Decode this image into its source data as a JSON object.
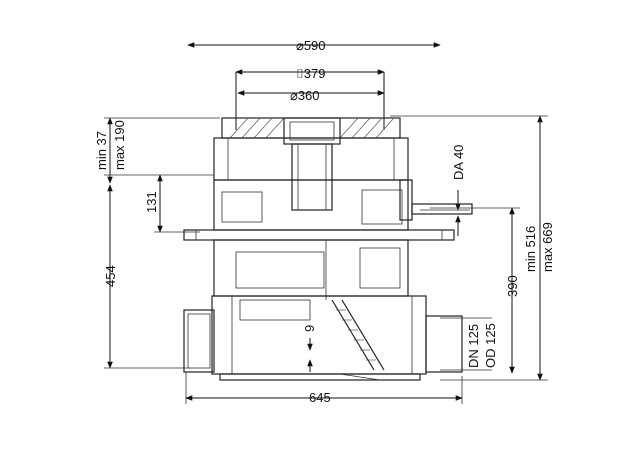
{
  "dimensions": {
    "d590": "⌀590",
    "s379": "⌷379",
    "d360": "⌀360",
    "min37": "min 37",
    "max190": "max 190",
    "da40": "DA 40",
    "v131": "131",
    "v454": "454",
    "v390": "390",
    "min516": "min 516",
    "max669": "max 669",
    "v9": "9",
    "dn125": "DN 125",
    "od125": "OD 125",
    "v645": "645"
  }
}
